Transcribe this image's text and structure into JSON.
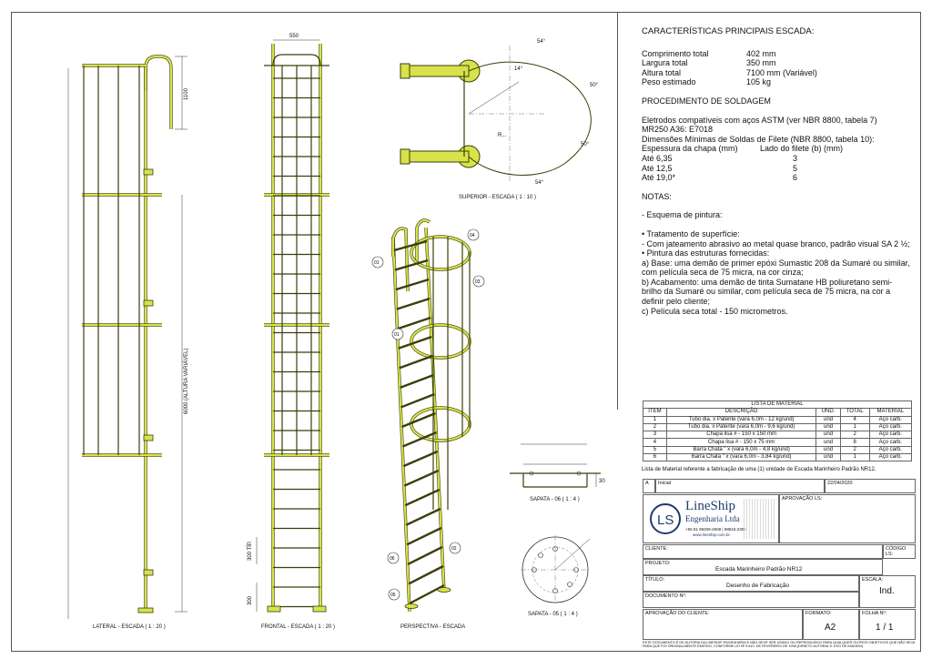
{
  "colors": {
    "ladder_fill": "#d8e24a",
    "ladder_stroke": "#3a3f0a",
    "frame": "#555555"
  },
  "specs": {
    "title": "CARACTERÍSTICAS PRINCIPAIS ESCADA:",
    "rows": [
      {
        "label": "Comprimento total",
        "value": "402 mm"
      },
      {
        "label": "Largura total",
        "value": "350 mm"
      },
      {
        "label": "Altura total",
        "value": "7100 mm (Variável)"
      },
      {
        "label": "Peso estimado",
        "value": "  105 kg"
      }
    ],
    "welding_title": "PROCEDIMENTO DE SOLDAGEM",
    "welding_lines": [
      "Eletrodos compatíveis com aços ASTM (ver NBR 8800, tabela 7)",
      "MR250 A36: E7018",
      "Dimensões Mínimas de Soldas de Filete (NBR 8800, tabela 10):"
    ],
    "weld_header": {
      "a": "Espessura da chapa (mm)",
      "b": "Lado do filete (b) (mm)"
    },
    "weld_rows": [
      {
        "a": "Até 6,35",
        "b": "3"
      },
      {
        "a": "Até 12,5",
        "b": "5"
      },
      {
        "a": "Até 19,0*",
        "b": "6"
      }
    ],
    "notes_title": "NOTAS:",
    "notes_lines": [
      "- Esquema de pintura:",
      "•       Tratamento de superfície:",
      "- Com jateamento abrasivo ao metal quase branco, padrão visual SA 2 ½;",
      "•       Pintura das estruturas fornecidas:",
      "a) Base: uma demão de primer epóxi Sumastic 208 da Sumaré ou similar, com película seca de 75 micra, na cor cinza;",
      "b) Acabamento: uma demão de tinta Sumatane HB poliuretano semi-brilho da Sumaré ou similar, com película seca de 75 micra, na cor a definir pelo cliente;",
      "c) Película seca total - 150 micrometros."
    ]
  },
  "materials": {
    "title": "LISTA DE MATERIAL",
    "headers": [
      "ITEM",
      "DESCRIÇÃO",
      "UND.",
      "TOTAL",
      "MATERIAL"
    ],
    "rows": [
      [
        "1",
        "Tubo dia.            x            Patente (vara 6,0m - 12 kg/und)",
        "und",
        "4",
        "Aço carb."
      ],
      [
        "2",
        "Tubo dia.            x          Patente (vara 6,0m - 9,6 kg/und)",
        "und",
        "1",
        "Aço carb."
      ],
      [
        "3",
        "Chapa lisa #      - 150 x 150 mm",
        "und",
        "2",
        "Aço carb."
      ],
      [
        "4",
        "Chapa lisa #      - 150 x 75 mm",
        "und",
        "8",
        "Aço carb."
      ],
      [
        "5",
        "Barra Chata      \" x        (vara 6,0m - 4,8 kg/und)",
        "und",
        "2",
        "Aço carb."
      ],
      [
        "6",
        "Barra Chata     \" x      (vara 6,0m - 3,84 kg/und)",
        "und",
        "1",
        "Aço carb."
      ]
    ],
    "note": "Lista de Material referente a fabricação de uma (1) unidade de Escada Marinheiro Padrão NR12."
  },
  "title_block": {
    "rev_letter": "A",
    "rev_desc": "Inicial",
    "rev_date": "22/04/2020",
    "company": "LineShip",
    "company_sub": "Engenharia Ltda",
    "contact": "+55 81 99209-2608 | 98815-2302",
    "site": "www.lineship.com.br",
    "approval_label": "APROVAÇÃO LS:",
    "client_label": "CLIENTE:",
    "code_label": "CÓDIGO LS:",
    "project_label": "PROJETO:",
    "project_value": "Escada Marinheiro Padrão NR12",
    "title_label": "TÍTULO:",
    "title_value": "Desenho de Fabricação",
    "scale_label": "ESCALA:",
    "scale_value": "Ind.",
    "doc_label": "DOCUMENTO Nº:",
    "client_approval_label": "APROVAÇÃO DO CLIENTE:",
    "format_label": "FORMATO:",
    "format_value": "A2",
    "sheet_label": "FOLHA Nº:",
    "sheet_value": "1 / 1",
    "footer": "ESTE DOCUMENTO É DE AUTORIA DA LINESHIP ENGENHARIA E NÃO DEVE SER USADO OU REPRODUZIDO PARA QUALQUER OUTROS OBJETIVOS QUE NÃO SEJA PARA QUE FOI ORIGINALMENTE EMITIDO, CONFORME LEI Nº 9.610, DE FEVEREIRO DE 1998 (DIREITO AUTORAL E USO DE IMAGEM)."
  },
  "views": {
    "lateral": "LATERAL - ESCADA ( 1 : 20 )",
    "frontal": "FRONTAL - ESCADA ( 1 : 20 )",
    "perspectiva": "PERSPECTIVA - ESCADA",
    "superior": "SUPERIOR - ESCADA ( 1 : 10 )",
    "sapata06": "SAPATA - 06 ( 1 : 4 )",
    "sapata05": "SAPATA - 05 ( 1 : 4 )"
  },
  "dims": {
    "d1100": "1100",
    "d6000": "6000 (ALTURA VARIÁVEL)",
    "d300tip": "300 TÍP.",
    "d300": "300",
    "d550": "550",
    "ang14": "14°",
    "ang54a": "54°",
    "ang54b": "54°",
    "ang50a": "50°",
    "ang50b": "50°",
    "radius": "R...",
    "d30": "30"
  },
  "balloons": [
    "01",
    "04",
    "03",
    "01",
    "02",
    "06",
    "05"
  ]
}
